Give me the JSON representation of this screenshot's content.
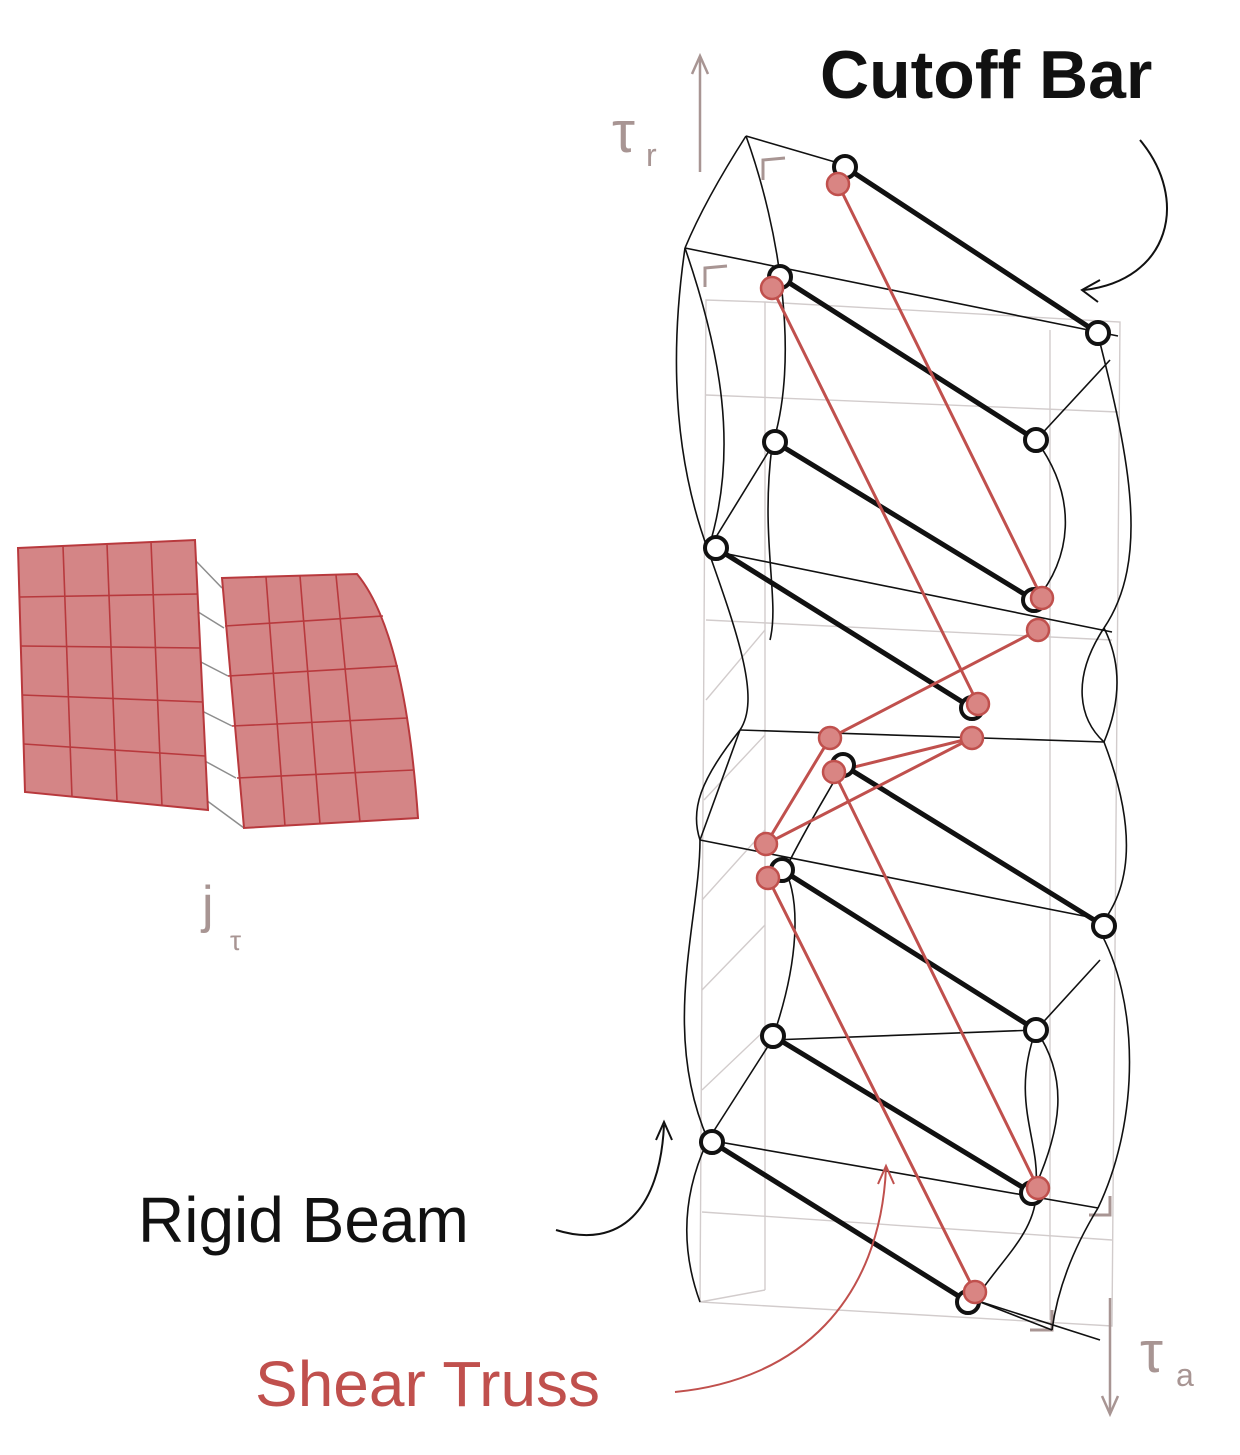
{
  "labels": {
    "cutoff_bar": "Cutoff Bar",
    "rigid_beam": "Rigid Beam",
    "shear_truss": "Shear Truss",
    "tau_r": "τ",
    "tau_r_sub": "r",
    "tau_a": "τ",
    "tau_a_sub": "a",
    "j_tau": "j",
    "j_tau_sub": "τ"
  },
  "colors": {
    "black": "#111111",
    "truss_red": "#c0504d",
    "joint_red_fill": "#d98583",
    "taupe": "#a89593",
    "grid_fill": "#d48586",
    "grid_line": "#b8393d",
    "light_gray": "#cfcaca"
  }
}
